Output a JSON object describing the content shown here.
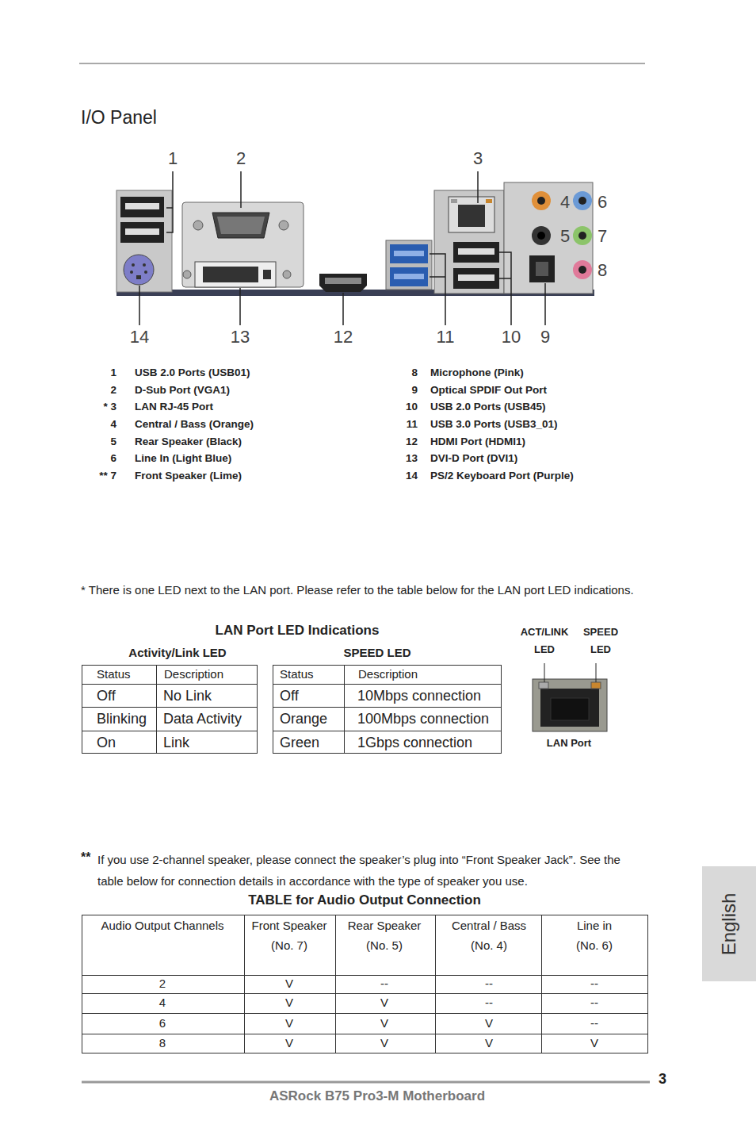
{
  "diagram": {
    "title": "I/O Panel",
    "nodes": [
      {
        "text": [
          "English"
        ]
      }
    ],
    "labels": [
      "1",
      "2",
      "3",
      "4",
      "6",
      "5",
      "7",
      "8",
      "14",
      "13",
      "12",
      "11",
      "10",
      "9",
      "1",
      "USB 2.0 Ports (USB01)",
      "2",
      "D-Sub Port (VGA1)",
      "* 3",
      "LAN RJ-45 Port",
      "4",
      "Central / Bass (Orange)",
      "5",
      "Rear Speaker (Black)",
      "6",
      "Line In (Light Blue)",
      "** 7",
      "Front Speaker (Lime)",
      "8",
      "Microphone (Pink)",
      "9",
      "Optical SPDIF Out Port",
      "10",
      "USB 2.0 Ports (USB45)",
      "11",
      "USB 3.0 Ports (USB3_01)",
      "12",
      "HDMI Port (HDMI1)",
      "13",
      "DVI-D Port (DVI1)",
      "14",
      "PS/2 Keyboard Port (Purple)",
      "* There is one LED next to the LAN port. Please refer to the table below for the LAN port LED indications.",
      "LAN Port LED Indications",
      "Activity/Link LED",
      "SPEED LED",
      "Status",
      "Description",
      "Off",
      "No Link",
      "Blinking",
      "Data Activity",
      "On",
      "Link",
      "Status",
      "Description",
      "Off",
      "10Mbps connection",
      "Orange",
      "100Mbps connection",
      "Green",
      "1Gbps connection",
      "ACT/LINK LED",
      "SPEED LED",
      "LAN Port",
      "**",
      "If you use 2-channel speaker, please connect the speaker’s plug into “Front Speaker Jack”. See the table below for connection details in accordance with the type of speaker you use.",
      "TABLE for Audio Output Connection",
      "Audio Output Channels",
      "Front Speaker (No. 7)",
      "Rear Speaker (No. 5)",
      "Central / Bass (No. 4)",
      "Line in (No. 6)",
      "2",
      "V",
      "--",
      "--",
      "--",
      "4",
      "V",
      "V",
      "--",
      "--",
      "6",
      "V",
      "V",
      "V",
      "--",
      "8",
      "V",
      "V",
      "V",
      "V",
      "ASRock B75 Pro3-M Motherboard",
      "3"
    ]
  }
}
